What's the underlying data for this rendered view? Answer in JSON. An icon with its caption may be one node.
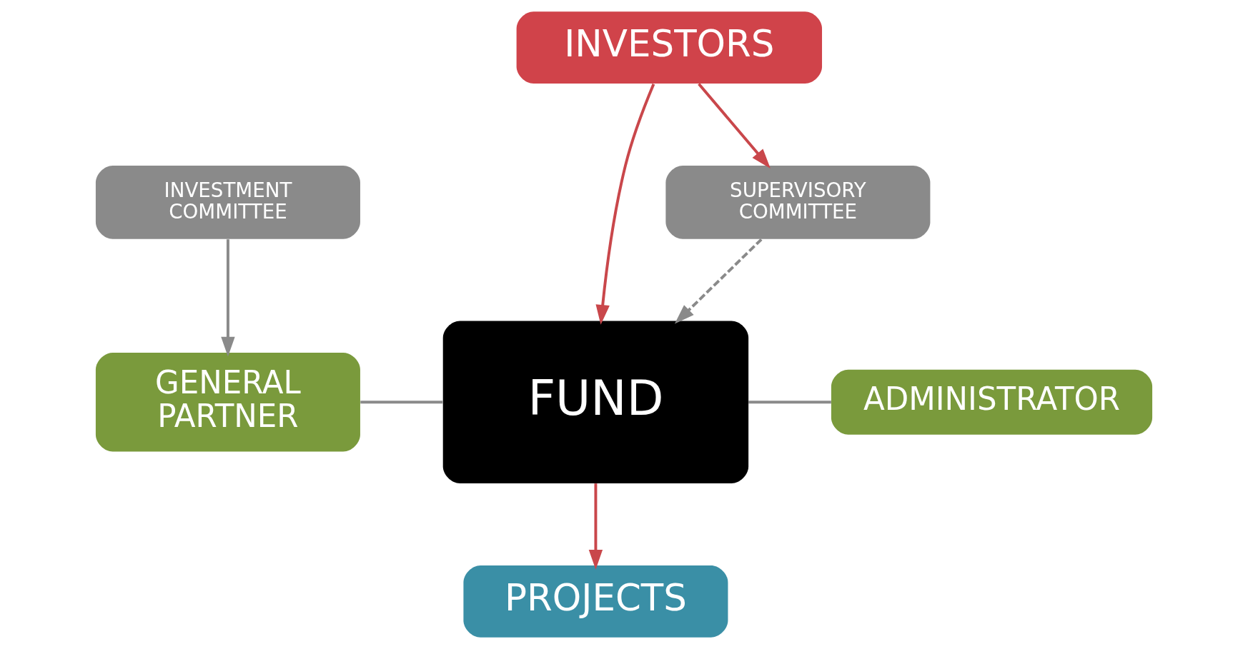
{
  "diagram": {
    "nodes": [
      {
        "text": [
          "INVESTORS"
        ]
      },
      {
        "text": [
          "SUPERVISORY COMMITTEE"
        ]
      },
      {
        "text": [
          "INVESTMENT COMMITTEE"
        ]
      },
      {
        "text": [
          "GENERAL PARTNER"
        ]
      },
      {
        "text": [
          "FUND"
        ]
      },
      {
        "text": [
          "ADMINISTRATOR"
        ]
      },
      {
        "text": [
          "PROJECTS"
        ]
      }
    ],
    "edges": [
      {
        "from": 0,
        "to": 4,
        "arrow": "to",
        "color": "#c9474b"
      },
      {
        "from": 0,
        "to": 1,
        "arrow": "to",
        "color": "#c9474b"
      },
      {
        "from": 1,
        "to": 4,
        "arrow": "to",
        "style": "dashed"
      },
      {
        "from": 2,
        "to": 3,
        "arrow": "to"
      },
      {
        "from": 3,
        "to": 4,
        "arrow": "none"
      },
      {
        "from": 4,
        "to": 5,
        "arrow": "none"
      },
      {
        "from": 4,
        "to": 6,
        "arrow": "to",
        "color": "#c9474b"
      }
    ]
  }
}
